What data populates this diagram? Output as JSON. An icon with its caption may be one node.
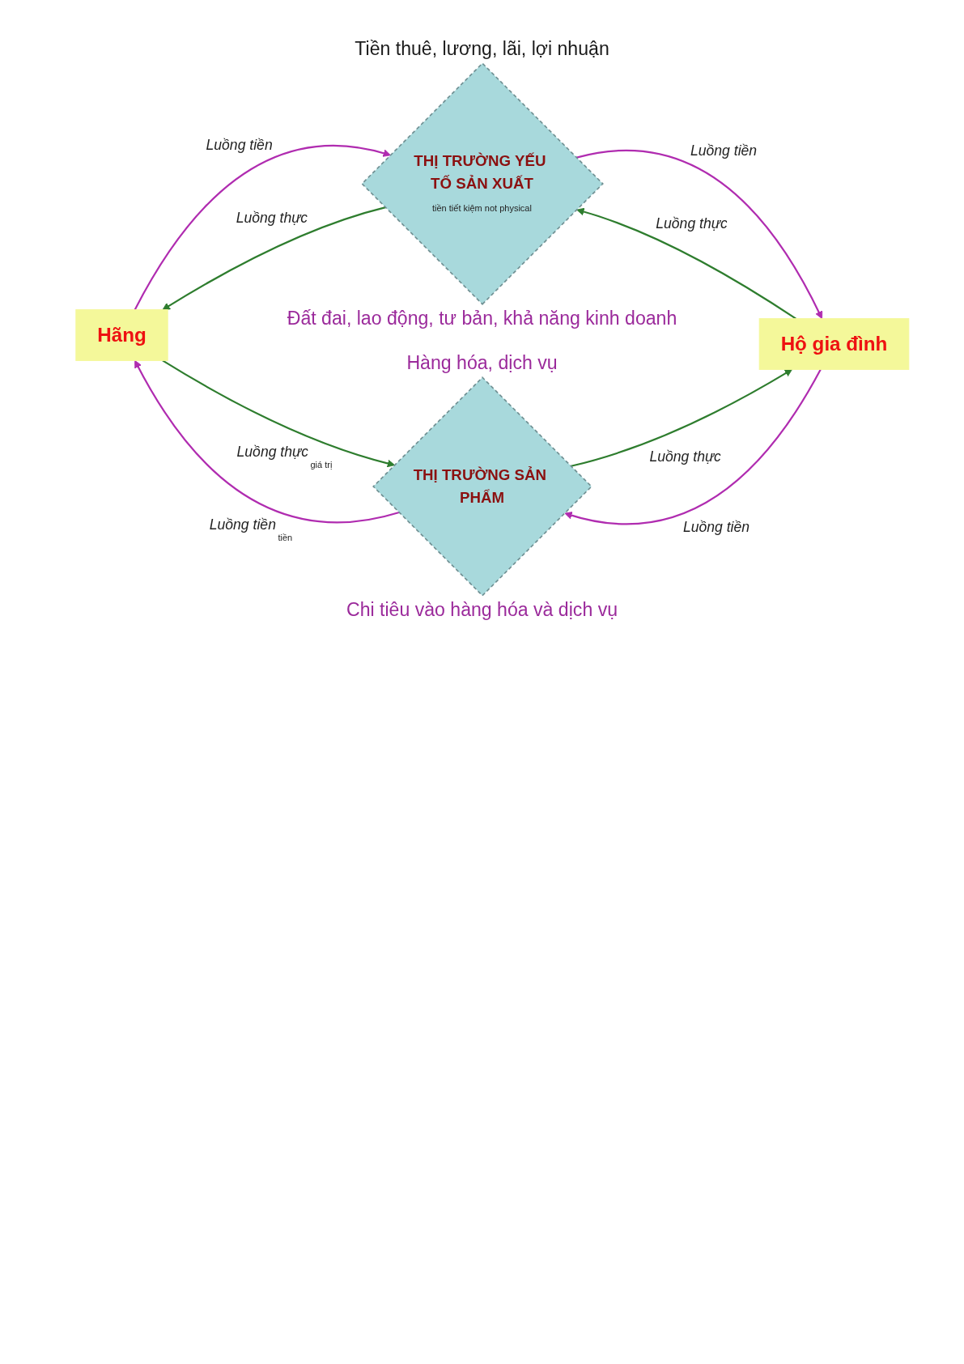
{
  "diagram": {
    "nodes": [
      {
        "text": [
          "THỊ TRƯỜNG YẾU TỐ SẢN XUẤT",
          "tiền tiết kiệm not physical"
        ],
        "beside": [
          "Tiền thuê, lương, lãi, lợi nhuận",
          "Đất đai, lao động, tư bản, khả năng kinh doanh"
        ]
      },
      {
        "text": [
          "Hãng"
        ]
      },
      {
        "text": [
          "Hộ gia đình"
        ]
      },
      {
        "text": [
          "THỊ TRƯỜNG SẢN PHẨM"
        ],
        "beside": [
          "Hàng hóa, dịch vụ",
          "Chi tiêu vào hàng hóa và dịch vụ"
        ]
      }
    ],
    "edges": [
      {
        "from": 1,
        "to": 0,
        "arrow": "to",
        "label": "Luồng tiền",
        "color": "#b02cb0"
      },
      {
        "from": 0,
        "to": 1,
        "arrow": "to",
        "label": "Luồng thực",
        "color": "#2e7d2e"
      },
      {
        "from": 0,
        "to": 2,
        "arrow": "to",
        "label": "Luồng tiền",
        "color": "#b02cb0"
      },
      {
        "from": 2,
        "to": 0,
        "arrow": "to",
        "label": "Luồng thực",
        "color": "#2e7d2e"
      },
      {
        "from": 1,
        "to": 3,
        "arrow": "to",
        "label": "Luồng thực",
        "color": "#2e7d2e"
      },
      {
        "from": 3,
        "to": 1,
        "arrow": "to",
        "label": "Luồng tiền",
        "color": "#b02cb0"
      },
      {
        "from": 3,
        "to": 2,
        "arrow": "to",
        "label": "Luồng thực",
        "color": "#2e7d2e"
      },
      {
        "from": 2,
        "to": 3,
        "arrow": "to",
        "label": "Luồng tiền",
        "color": "#b02cb0"
      }
    ],
    "labels": [
      "giá trị",
      "tiền"
    ]
  }
}
